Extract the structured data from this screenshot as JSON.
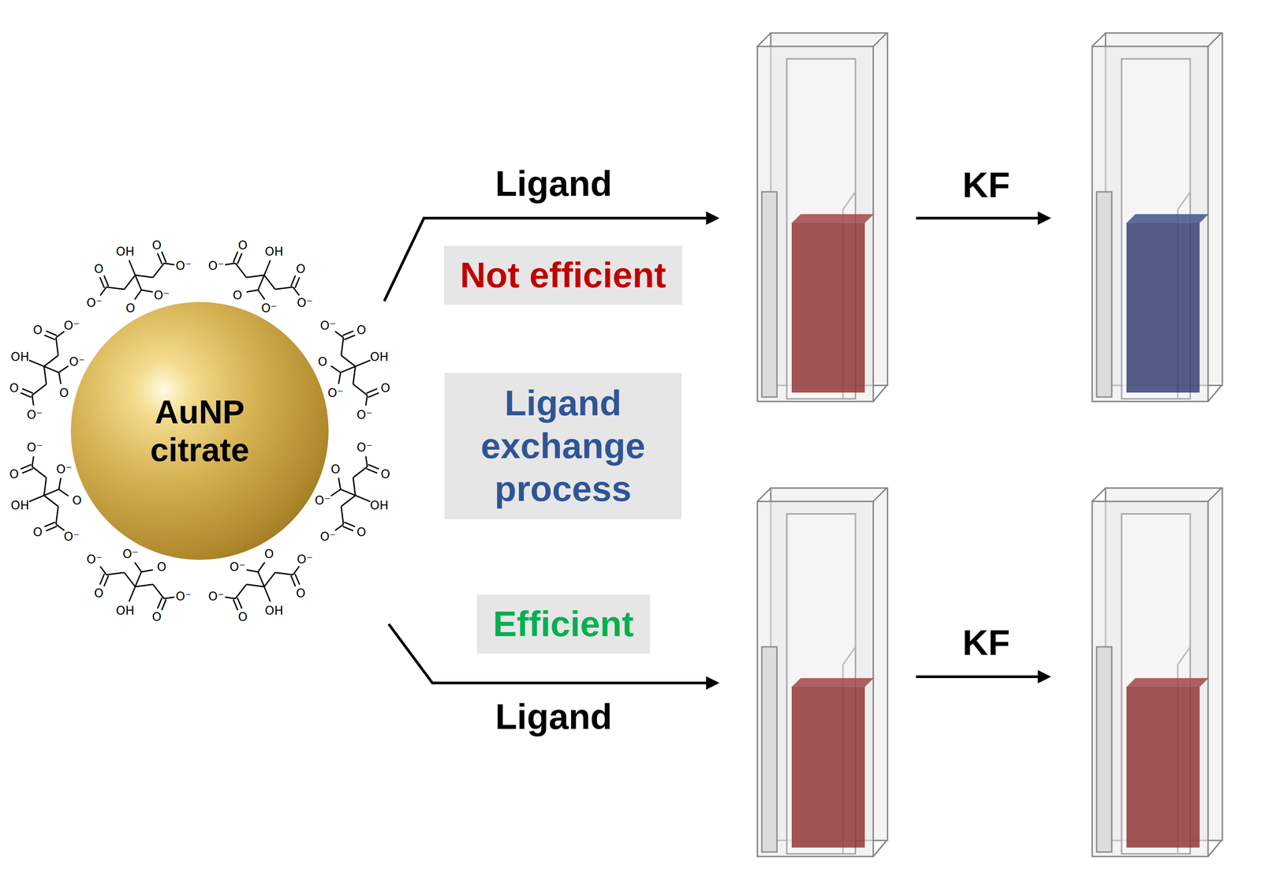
{
  "diagram": {
    "nodes": [
      {
        "text": [
          "AuNP citrate"
        ]
      },
      {
        "text": [
          "Not efficient"
        ]
      },
      {
        "text": [
          "Ligand exchange process"
        ]
      },
      {
        "text": [
          "Efficient"
        ]
      }
    ],
    "labels": [
      "Ligand",
      "KF",
      "Ligand",
      "KF",
      "OH",
      "O",
      "O⁻",
      "O",
      "O⁻",
      "O",
      "O⁻",
      "OH",
      "O",
      "O⁻",
      "O",
      "O⁻",
      "O",
      "O⁻",
      "OH",
      "O",
      "O⁻",
      "O",
      "O⁻",
      "O",
      "O⁻",
      "OH",
      "O",
      "O⁻",
      "O",
      "O⁻",
      "O",
      "O⁻",
      "OH",
      "O",
      "O⁻",
      "O",
      "O⁻",
      "O",
      "O⁻",
      "OH",
      "O",
      "O⁻",
      "O",
      "O⁻",
      "O",
      "O⁻",
      "OH",
      "O",
      "O⁻",
      "O",
      "O⁻",
      "O",
      "O⁻",
      "OH",
      "O",
      "O⁻",
      "O",
      "O⁻",
      "O",
      "O⁻"
    ]
  }
}
